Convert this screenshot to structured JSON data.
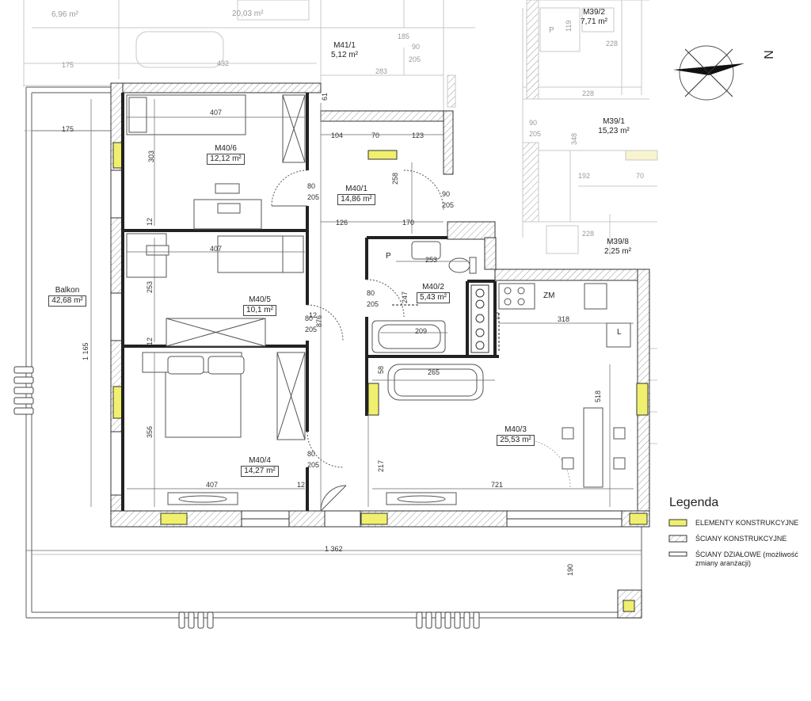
{
  "rooms": [
    {
      "id": "M40/6",
      "area": "12,12 m²"
    },
    {
      "id": "M40/1",
      "area": "14,86 m²"
    },
    {
      "id": "M40/5",
      "area": "10,1 m²"
    },
    {
      "id": "M40/2",
      "area": "5,43 m²"
    },
    {
      "id": "M40/3",
      "area": "25,53 m²"
    },
    {
      "id": "M40/4",
      "area": "14,27 m²"
    },
    {
      "id": "Balkon",
      "area": "42,68 m²"
    }
  ],
  "neighbors": [
    {
      "id": "M41/1",
      "area": "5,12 m²"
    },
    {
      "id": "M39/2",
      "area": "7,71 m²"
    },
    {
      "id": "M39/1",
      "area": "15,23 m²"
    },
    {
      "id": "M39/8",
      "area": "2,25 m²"
    },
    {
      "id": "",
      "area": "6,96 m²"
    },
    {
      "id": "",
      "area": "20,03 m²"
    }
  ],
  "dims": {
    "d175a": "175",
    "d175b": "175",
    "d432": "432",
    "d185": "185",
    "d283": "283",
    "d228a": "228",
    "d228b": "228",
    "d228c": "228",
    "d192": "192",
    "d70a": "70",
    "d407a": "407",
    "d407b": "407",
    "d407c": "407",
    "d303": "303",
    "d253a": "253",
    "d356": "356",
    "d12a": "12",
    "d12b": "12",
    "d12c": "12",
    "d104": "104",
    "d70b": "70",
    "d123": "123",
    "d258": "258",
    "d126": "126",
    "d170": "170",
    "d253b": "253",
    "d247": "247",
    "d209": "209",
    "d318": "318",
    "d265": "265",
    "d518": "518",
    "d721": "721",
    "d217": "217",
    "d58": "58",
    "d13": "13",
    "d1362": "1 362",
    "d1165": "1 165",
    "d190": "190",
    "d876": "876",
    "d90": "90",
    "d205": "205",
    "d80": "80",
    "d348": "348",
    "d119": "119",
    "d61": "61",
    "d12d": "12"
  },
  "marks": {
    "zm": "ZM",
    "p1": "P",
    "p2": "P",
    "l": "L"
  },
  "compass": {
    "label": "N"
  },
  "legend": {
    "title": "Legenda",
    "items": [
      {
        "label": "ELEMENTY KONSTRUKCYJNE",
        "color": "#f0f06e"
      },
      {
        "label": "ŚCIANY KONSTRUKCYJNE",
        "color": "#dcdcdc"
      },
      {
        "label": "ŚCIANY DZIAŁOWE (możliwość zmiany aranżacji)",
        "color": "#ffffff"
      }
    ]
  },
  "colors": {
    "structural": "#f0f06e",
    "wall": "#333333",
    "ghost": "#b5b5b5"
  }
}
